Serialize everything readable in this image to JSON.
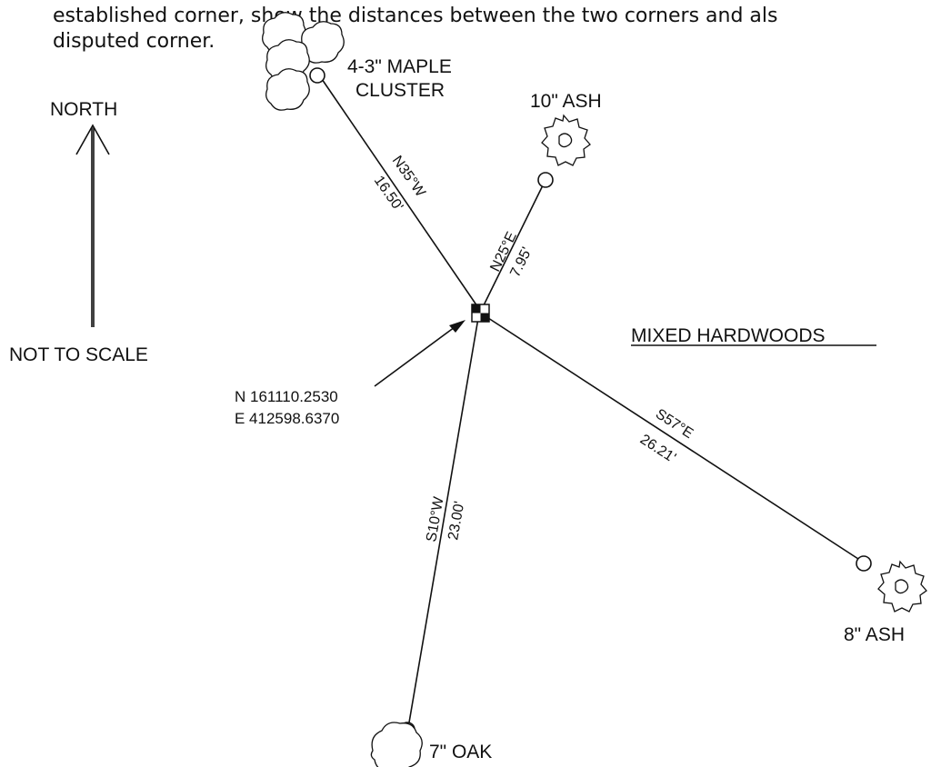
{
  "note": {
    "line1": "established corner, show the distances between the two corners and als",
    "line2": "disputed corner."
  },
  "north_label": "NORTH",
  "scale_note": "NOT TO SCALE",
  "coordinates": {
    "northing": "N 161110.2530",
    "easting": "E 412598.6370"
  },
  "area_label": "MIXED HARDWOODS",
  "witness_trees": [
    {
      "name": "4-3\" MAPLE",
      "name2": "CLUSTER",
      "bearing": "N35°W",
      "distance": "16.50'"
    },
    {
      "name": "10\" ASH",
      "bearing": "N25°E",
      "distance": "7.95'"
    },
    {
      "name": "8\" ASH",
      "bearing": "S57°E",
      "distance": "26.21'"
    },
    {
      "name": "7\" OAK",
      "bearing": "S10°W",
      "distance": "23.00'"
    }
  ]
}
